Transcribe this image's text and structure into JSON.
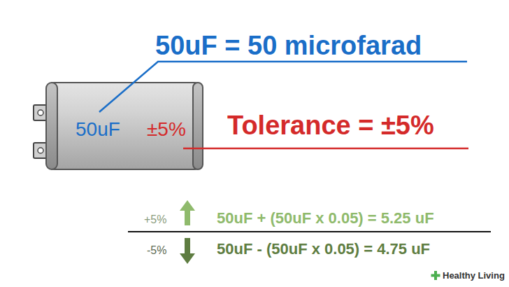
{
  "diagram": {
    "nodes": [
      {
        "text": [
          "50uF",
          "±5%"
        ]
      }
    ],
    "labels": [
      "50uF = 50 microfarad",
      "Tolerance = ±5%",
      "+5%",
      "50uF + (50uF x 0.05) = 5.25 uF",
      "-5%",
      "50uF - (50uF x 0.05) = 4.75 uF",
      "Healthy Living"
    ]
  }
}
